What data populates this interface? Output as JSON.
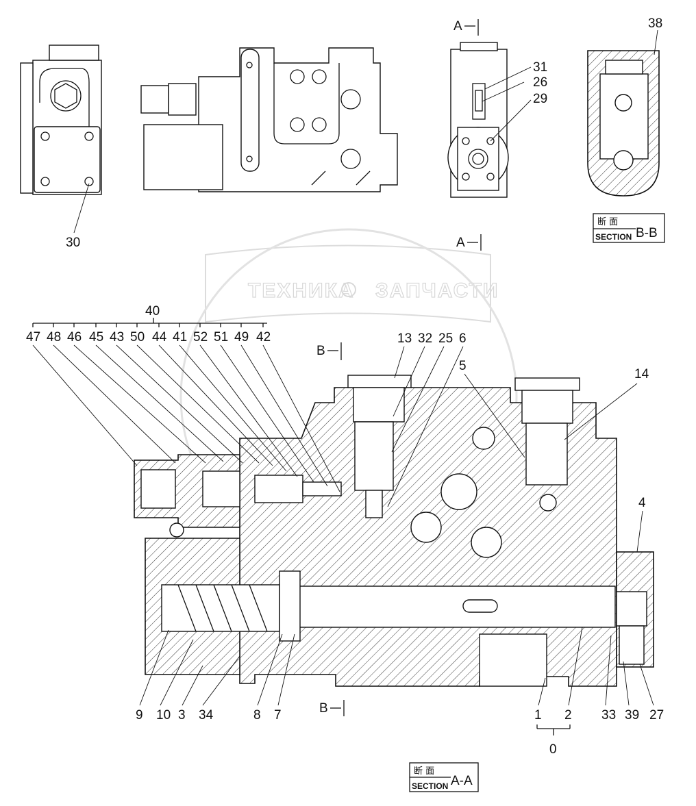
{
  "section_labels": {
    "a_top": "A",
    "a_mid": "A",
    "b_top": "B",
    "b_bottom": "B"
  },
  "section_bb": {
    "jp": "断 面",
    "en": "SECTION",
    "id": "B-B"
  },
  "section_aa": {
    "jp": "断 面",
    "en": "SECTION",
    "id": "A-A"
  },
  "watermark": {
    "text1": "ТЕХНИКА",
    "text2": "ЗАПЧАСТИ"
  },
  "callouts_top": {
    "c30": "30",
    "c31": "31",
    "c26": "26",
    "c29": "29",
    "c38": "38"
  },
  "group_40": {
    "label": "40",
    "items": [
      "47",
      "48",
      "46",
      "45",
      "43",
      "50",
      "44",
      "41",
      "52",
      "51",
      "49",
      "42"
    ]
  },
  "callouts_main": {
    "c13": "13",
    "c32": "32",
    "c25": "25",
    "c6": "6",
    "c5": "5",
    "c14": "14",
    "c4": "4"
  },
  "callouts_bottom": [
    "9",
    "10",
    "3",
    "34",
    "8",
    "7",
    "1",
    "2",
    "33",
    "39",
    "27"
  ],
  "group_0": {
    "label": "0"
  }
}
